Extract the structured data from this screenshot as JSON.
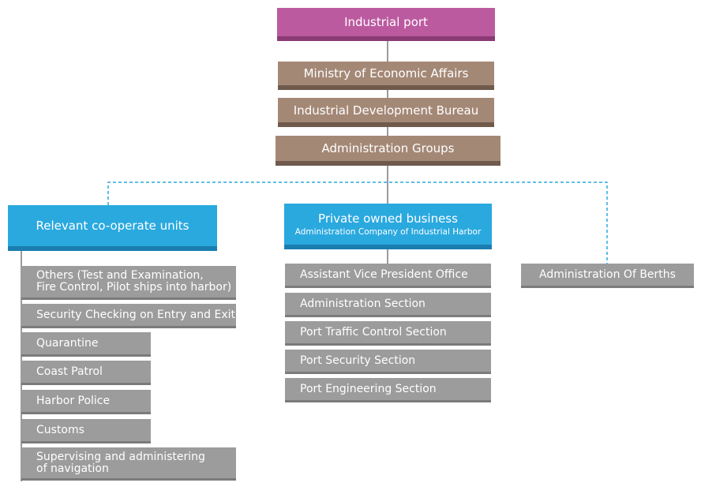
{
  "root": {
    "label": "Industrial port"
  },
  "chain": [
    {
      "label": "Ministry of Economic Affairs"
    },
    {
      "label": "Industrial Development Bureau"
    },
    {
      "label": "Administration Groups"
    }
  ],
  "branches": {
    "cooperate": {
      "label": "Relevant co-operate units",
      "items": [
        "Others (Test and Examination,\nFire Control, Pilot ships into harbor)",
        "Security Checking on Entry and Exit",
        "Quarantine",
        "Coast Patrol",
        "Harbor Police",
        "Customs",
        "Supervising and administering\nof navigation"
      ]
    },
    "private": {
      "label": "Private owned business",
      "sublabel": "Administration Company of Industrial Harbor",
      "items": [
        "Assistant Vice President Office",
        "Administration Section",
        "Port Traffic Control Section",
        "Port Security Section",
        "Port Engineering Section"
      ]
    },
    "berths": {
      "label": "Administration Of Berths"
    }
  },
  "colors": {
    "root": "#bc5aa0",
    "chain": "#a48876",
    "branch": "#2aa9df",
    "item": "#9c9c9c",
    "connector": "#7a7a7a",
    "dashed": "#2aa9df"
  }
}
